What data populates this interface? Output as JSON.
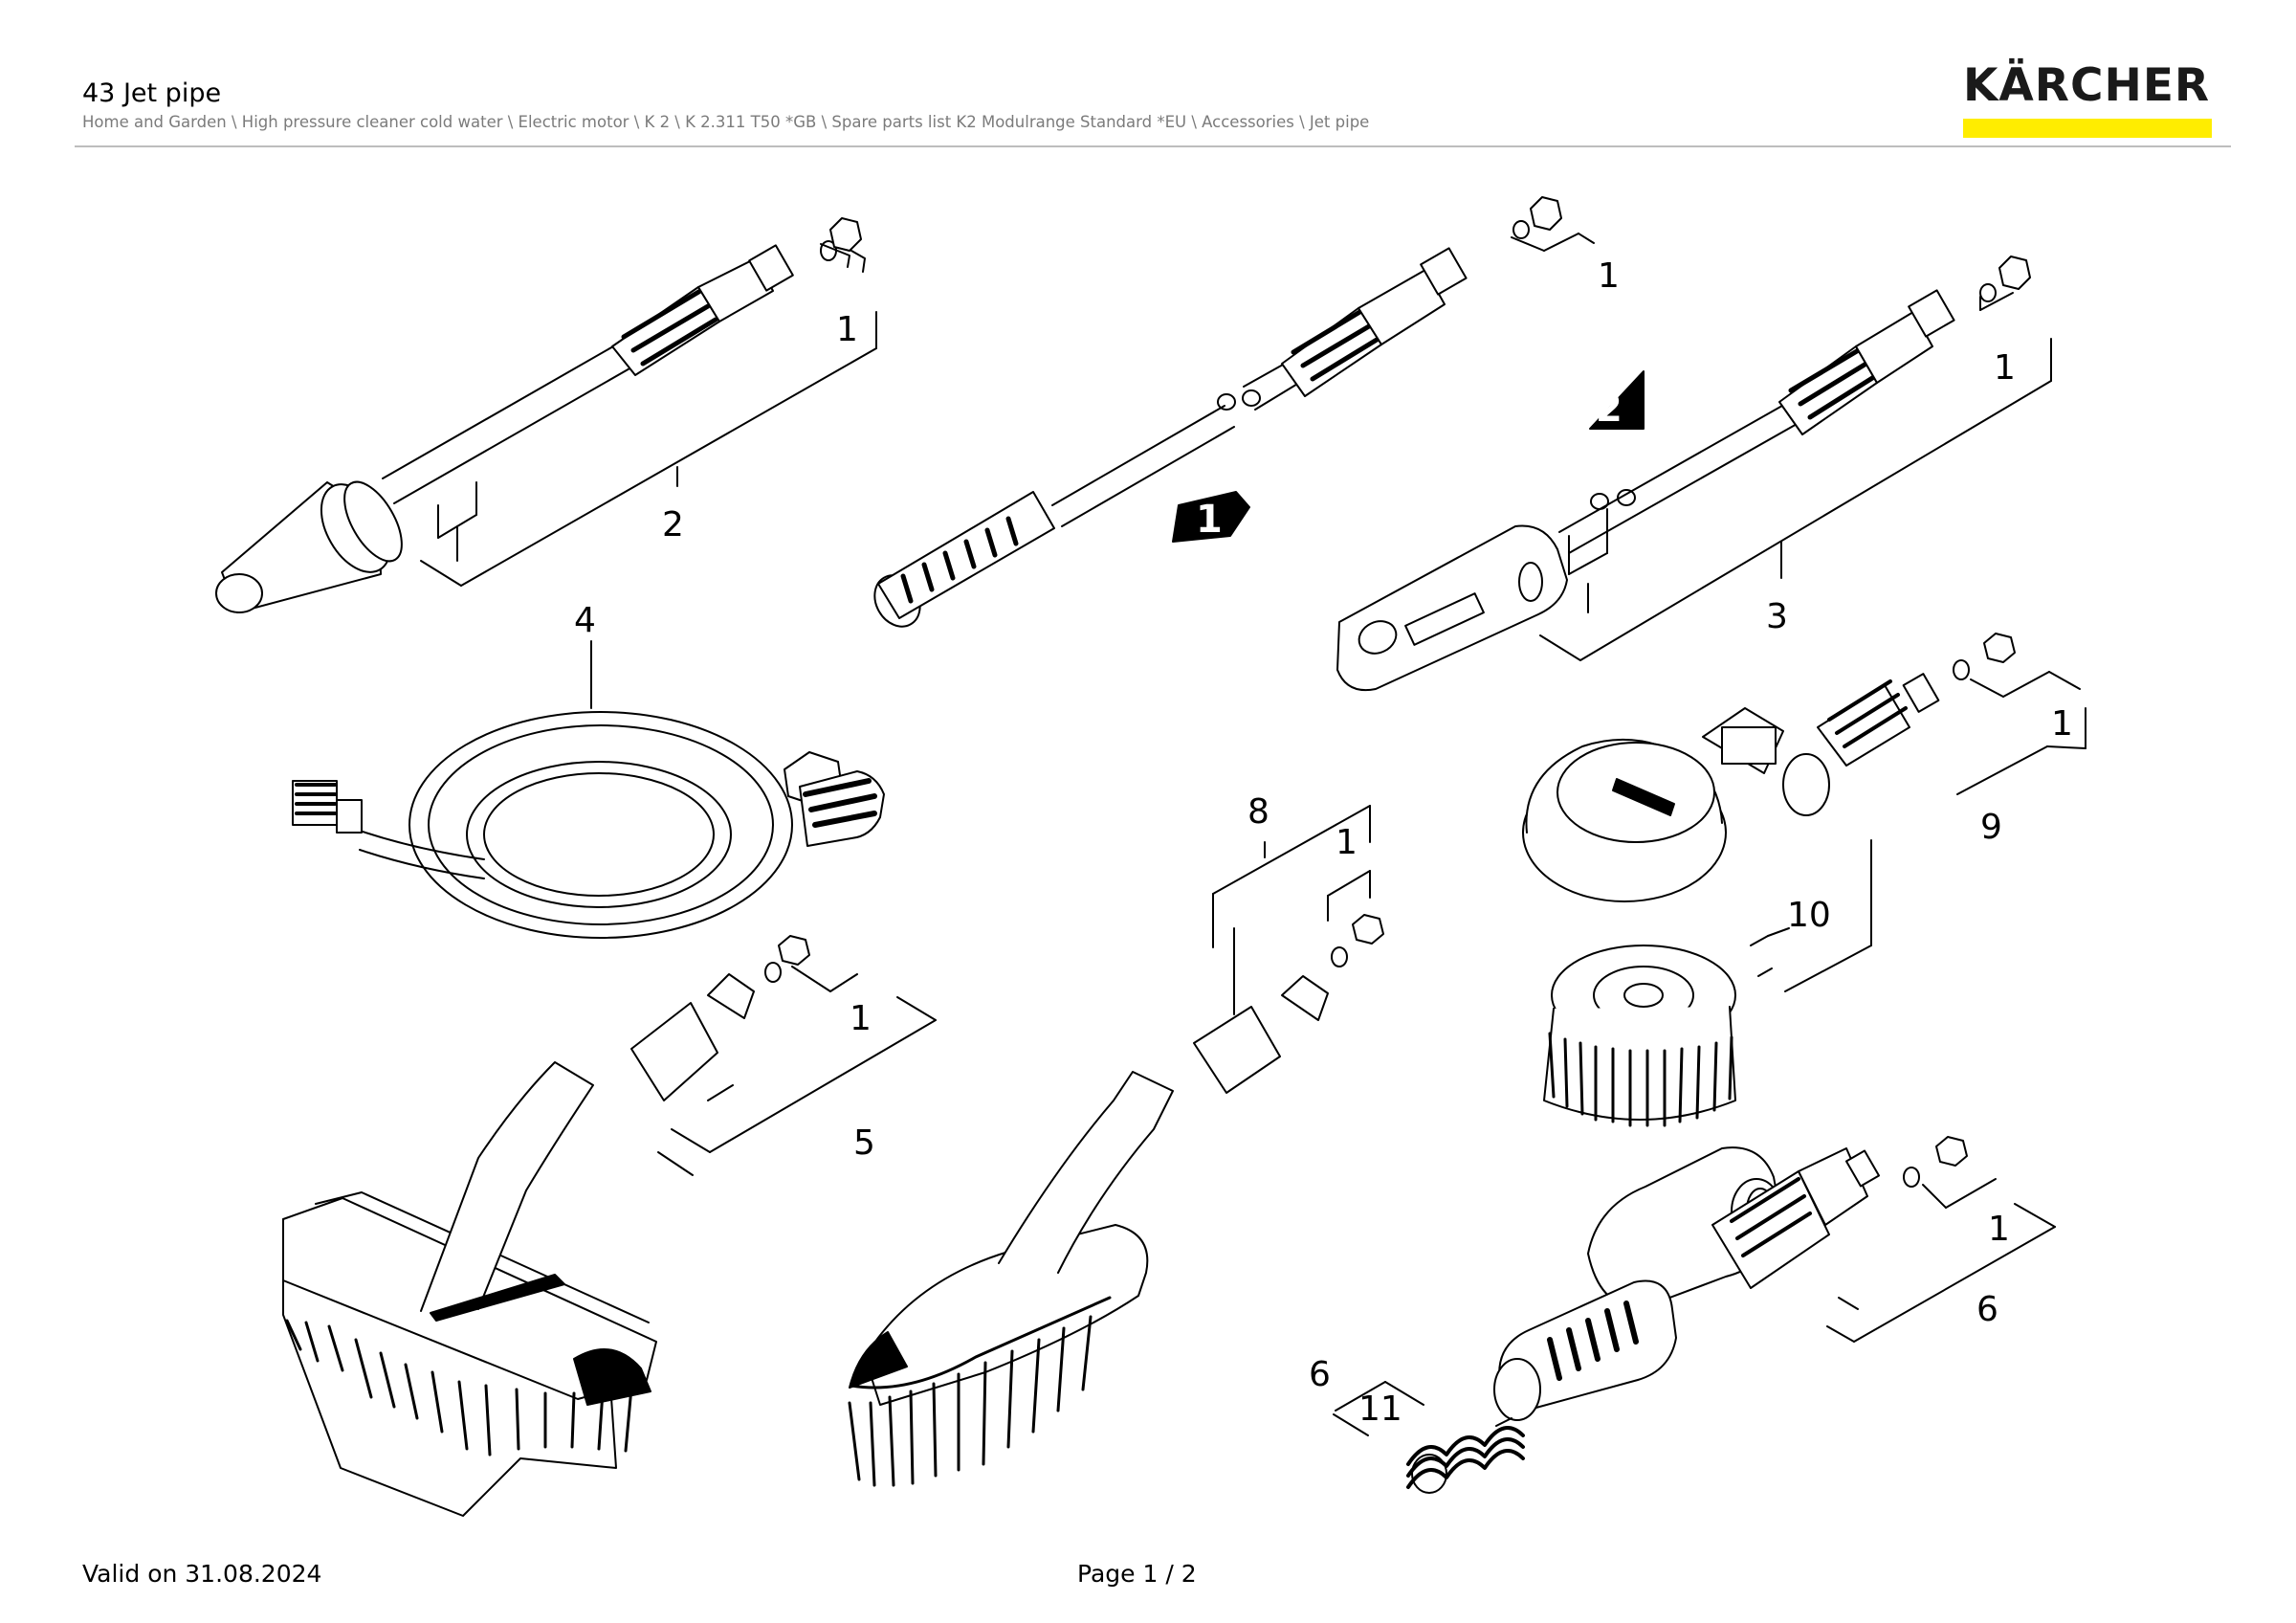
{
  "header": {
    "title": "43 Jet pipe",
    "breadcrumb": "Home and Garden \\ High pressure cleaner cold water \\ Electric motor \\ K 2 \\ K 2.311 T50 *GB \\ Spare parts list K2 Modulrange Standard *EU \\ Accessories \\ Jet pipe"
  },
  "logo": {
    "text": "KÄRCHER",
    "bar_color": "#ffed00"
  },
  "diagram": {
    "callouts": {
      "c1a": "1",
      "c1b": "1",
      "c1c": "1",
      "c1d": "1",
      "c1e": "1",
      "c1f": "1",
      "c1g": "1",
      "c2": "2",
      "c3": "3",
      "c4": "4",
      "c5": "5",
      "c6a": "6",
      "c6b": "6",
      "c8": "8",
      "c9": "9",
      "c10": "10",
      "c11": "11"
    },
    "badges": {
      "b1": "1",
      "b2": "2"
    }
  },
  "footer": {
    "valid": "Valid on 31.08.2024",
    "page": "Page 1 / 2"
  }
}
